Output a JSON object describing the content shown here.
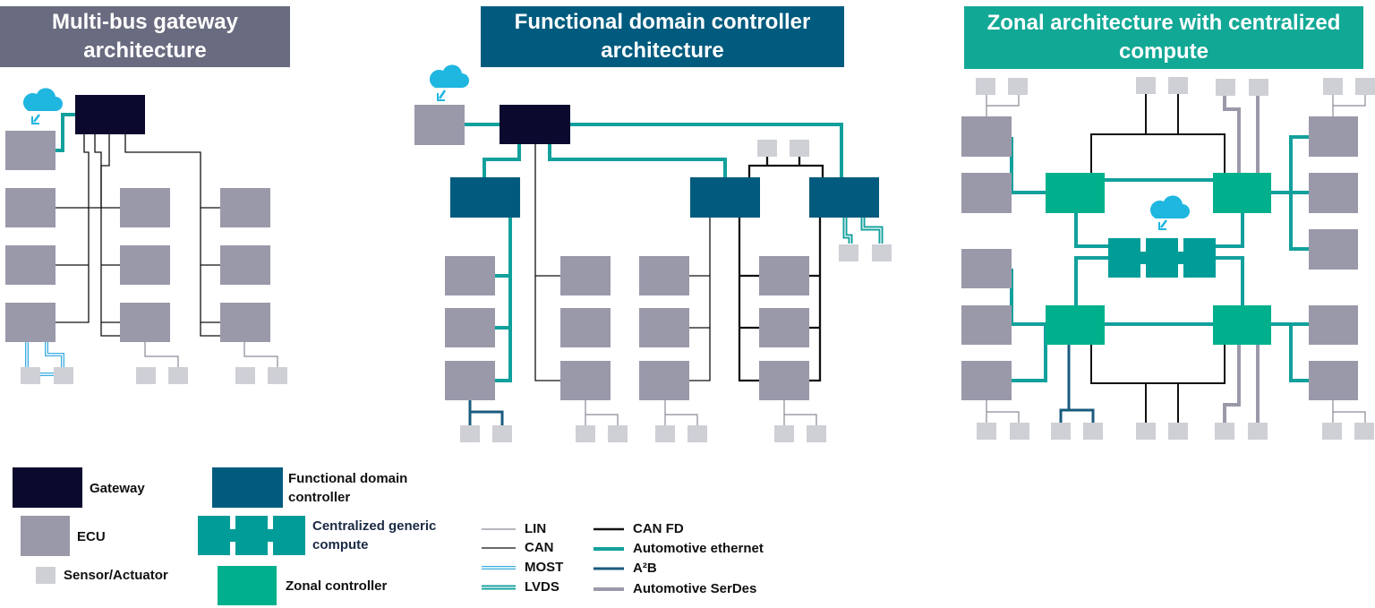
{
  "headers": [
    {
      "line1": "Multi-bus gateway",
      "line2": "architecture",
      "color": "#696b80"
    },
    {
      "line1": "Functional domain controller",
      "line2": "architecture",
      "color": "#005b7e"
    },
    {
      "line1": "Zonal architecture with centralized",
      "line2": "compute",
      "color": "#12a896"
    }
  ],
  "legend": {
    "gateway": "Gateway",
    "ecu": "ECU",
    "sensor": "Sensor/Actuator",
    "fdc_line1": "Functional domain",
    "fdc_line2": "controller",
    "cgc_line1": "Centralized generic",
    "cgc_line2": "compute",
    "zonal": "Zonal controller",
    "lin": "LIN",
    "can": "CAN",
    "most": "MOST",
    "lvds": "LVDS",
    "canfd": "CAN FD",
    "eth": "Automotive ethernet",
    "a2b": "A²B",
    "serdes": "Automotive SerDes"
  },
  "colors": {
    "gateway": "#0b0a2e",
    "ecu": "#9a99aa",
    "sensor": "#cfd0d6",
    "domain_controller": "#005b7e",
    "central_compute": "#009c98",
    "zonal_controller": "#00b08c",
    "ethernet": "#12a09c",
    "a2b": "#1a5b7e",
    "serdes": "#9a99aa",
    "most": "#3aaee0",
    "cloud": "#1fb6e0"
  },
  "icons": [
    "cloud-icon"
  ]
}
